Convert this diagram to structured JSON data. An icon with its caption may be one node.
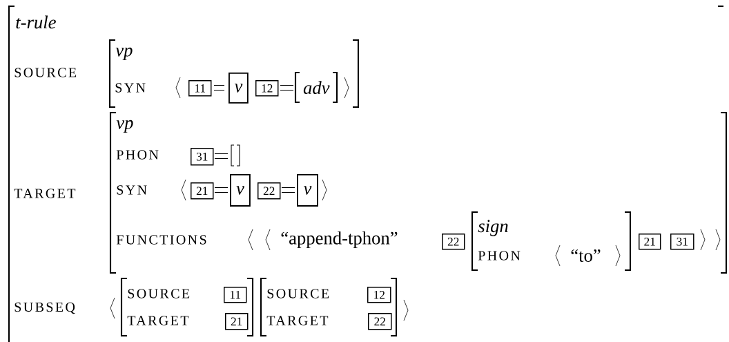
{
  "diagram": {
    "nodes": [
      {
        "text": [
          "t-rule",
          "SOURCE",
          "TARGET",
          "SUBSEQ"
        ]
      },
      {
        "text": [
          "vp",
          "SYN"
        ],
        "in": 0
      },
      {
        "text": [
          "11"
        ],
        "in": 1
      },
      {
        "text": [
          "v"
        ],
        "in": 1
      },
      {
        "text": [
          "12"
        ],
        "in": 1
      },
      {
        "text": [
          "adv"
        ],
        "in": 1
      },
      {
        "text": [
          "vp",
          "PHON",
          "SYN",
          "FUNCTIONS",
          "“append-tphon”"
        ],
        "in": 0
      },
      {
        "text": [
          "31"
        ],
        "in": 6
      },
      {
        "text": [],
        "shape": "box",
        "in": 6
      },
      {
        "text": [
          "21"
        ],
        "in": 6
      },
      {
        "text": [
          "v"
        ],
        "in": 6
      },
      {
        "text": [
          "22"
        ],
        "in": 6
      },
      {
        "text": [
          "v"
        ],
        "in": 6
      },
      {
        "text": [
          "22"
        ],
        "in": 6
      },
      {
        "text": [
          "sign",
          "PHON",
          "“to”"
        ],
        "in": 6
      },
      {
        "text": [
          "21"
        ],
        "in": 6
      },
      {
        "text": [
          "31"
        ],
        "in": 6
      },
      {
        "text": [
          "SOURCE",
          "TARGET"
        ],
        "in": 0
      },
      {
        "text": [
          "11"
        ],
        "in": 17
      },
      {
        "text": [
          "21"
        ],
        "in": 17
      },
      {
        "text": [
          "SOURCE",
          "TARGET"
        ],
        "in": 0
      },
      {
        "text": [
          "12"
        ],
        "in": 20
      },
      {
        "text": [
          "22"
        ],
        "in": 20
      }
    ]
  }
}
